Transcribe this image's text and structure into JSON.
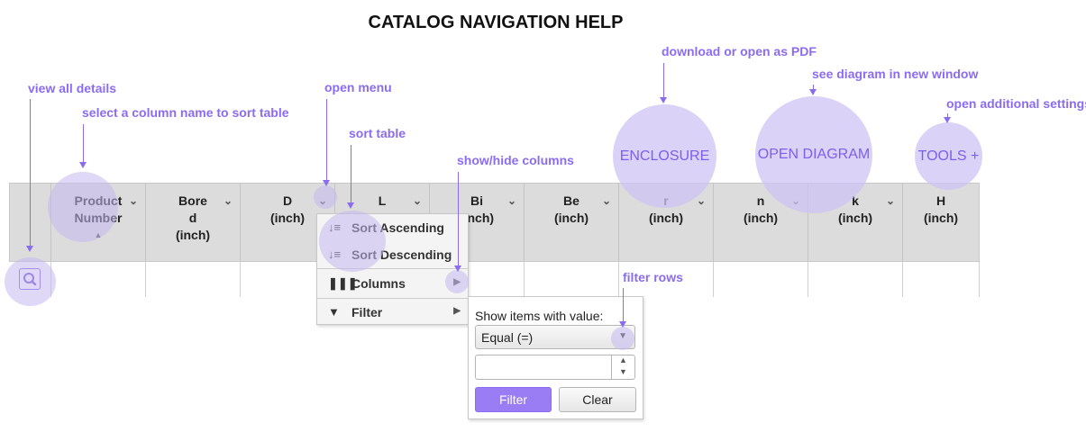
{
  "title": "CATALOG NAVIGATION HELP",
  "annotations": {
    "view_all_details": "view all details",
    "select_column": "select a column name to sort table",
    "open_menu": "open menu",
    "sort_table": "sort table",
    "show_hide_columns": "show/hide columns",
    "download_pdf": "download or open as PDF",
    "see_diagram": "see diagram in new window",
    "additional_settings": "open additional settings",
    "filter_rows": "filter rows"
  },
  "buttons": {
    "enclosure": "ENCLOSURE",
    "open_diagram": "OPEN DIAGRAM",
    "tools": "TOOLS +"
  },
  "columns": [
    {
      "line1": "Product",
      "line2": "Number",
      "line3": "▲"
    },
    {
      "line1": "Bore",
      "line2": "d",
      "line3": "(inch)"
    },
    {
      "line1": "D",
      "line2": "(inch)",
      "line3": ""
    },
    {
      "line1": "L",
      "line2": "",
      "line3": ""
    },
    {
      "line1": "Bi",
      "line2": "(inch)",
      "line3": ""
    },
    {
      "line1": "Be",
      "line2": "(inch)",
      "line3": ""
    },
    {
      "line1": "r",
      "line2": "(inch)",
      "line3": ""
    },
    {
      "line1": "n",
      "line2": "(inch)",
      "line3": ""
    },
    {
      "line1": "k",
      "line2": "(inch)",
      "line3": ""
    },
    {
      "line1": "H",
      "line2": "(inch)",
      "line3": ""
    }
  ],
  "menu": {
    "sort_asc": "Sort Ascending",
    "sort_desc": "Sort Descending",
    "columns": "Columns",
    "filter": "Filter"
  },
  "filter_panel": {
    "label": "Show items with value:",
    "operator": "Equal (=)",
    "value": "",
    "filter_button": "Filter",
    "clear_button": "Clear"
  },
  "colors": {
    "accent": "#8b6cf0",
    "highlight": "#c4b8f0",
    "header_bg": "#dcdcdc"
  }
}
